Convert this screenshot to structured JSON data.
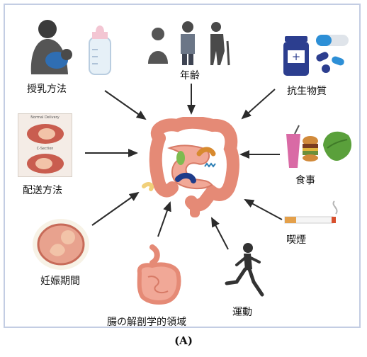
{
  "factors": {
    "feeding": "授乳方法",
    "age": "年齢",
    "antibiotics": "抗生物質",
    "delivery": "配送方法",
    "diet": "食事",
    "smoking": "喫煙",
    "gestation": "妊娠期間",
    "gut_anatomy": "腸の解剖学的領域",
    "exercise": "運動"
  },
  "delivery_card": {
    "top_label": "Normal Delivery",
    "bottom_label": "C-Section"
  },
  "caption": "(A)",
  "colors": {
    "frame": "#c3cde3",
    "arrow": "#2b2b2b",
    "intestine": "#e58a76",
    "pill_blue": "#2c3e8f"
  }
}
